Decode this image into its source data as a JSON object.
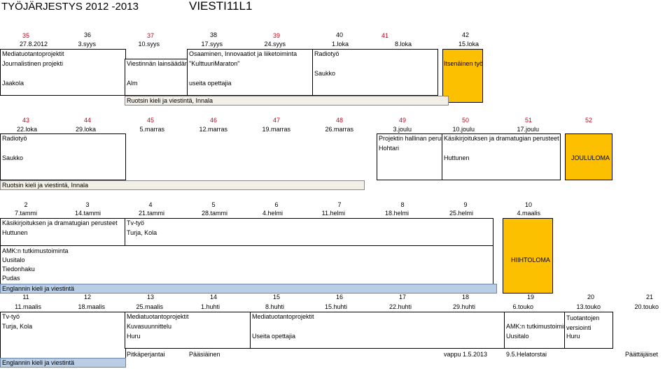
{
  "header": {
    "title": "TYÖJÄRJESTYS  2012 -2013",
    "course": "VIESTI11L1"
  },
  "rows": [
    {
      "weeks": [
        "35",
        "36",
        "37",
        "38",
        "39",
        "40",
        "41",
        "42"
      ],
      "week_colors": [
        "red",
        "black",
        "red",
        "black",
        "red",
        "black",
        "red",
        "black"
      ],
      "dates": [
        "27.8.2012",
        "3.syys",
        "10.syys",
        "17.syys",
        "24.syys",
        "1.loka",
        "8.loka",
        "15.loka"
      ],
      "texts": {
        "a": "Mediatuotantoprojektit",
        "b": "Journalistinen projekti",
        "c": "Jaakola",
        "d": "Viestinnän lainsäädäntö",
        "e": "Alm",
        "f": "Osaaminen, Innovaatiot ja liiketoiminta",
        "g": "\"KulttuuriMaraton\"",
        "h": "useita opettajia",
        "i": "Radiotyö",
        "j": "Saukko",
        "k": "Itsenäinen työ",
        "band": "Ruotsin kieli ja viestintä, Innala"
      }
    },
    {
      "weeks": [
        "43",
        "44",
        "45",
        "46",
        "47",
        "48",
        "49",
        "50",
        "51",
        "52"
      ],
      "dates": [
        "22.loka",
        "29.loka",
        "5.marras",
        "12.marras",
        "19.marras",
        "26.marras",
        "3.joulu",
        "10.joulu",
        "17.joulu"
      ],
      "texts": {
        "a": "Radiotyö",
        "b": "Saukko",
        "c": "Projektin hallinan perusteet",
        "d": "Hohtari",
        "e": "Käsikirjoituksen ja dramatugian perusteet",
        "f": "Huttunen",
        "g": "JOULULOMA",
        "band": "Ruotsin kieli ja viestintä, Innala"
      }
    },
    {
      "weeks": [
        "2",
        "3",
        "4",
        "5",
        "6",
        "7",
        "8",
        "9",
        "10"
      ],
      "dates": [
        "7.tammi",
        "14.tammi",
        "21.tammi",
        "28.tammi",
        "4.helmi",
        "11.helmi",
        "18.helmi",
        "25.helmi",
        "4.maalis"
      ],
      "texts": {
        "a": "Käsikirjoituksen ja dramatugian perusteet",
        "b": "Huttunen",
        "c": "Tv-työ",
        "d": "Turja, Kola",
        "e": "AMK:n tutkimustoiminta",
        "f": "Uusitalo",
        "g": "Tiedonhaku",
        "h": "Pudas",
        "i": "HIIHTOLOMA",
        "band": "Englannin kieli ja viestintä"
      }
    },
    {
      "weeks": [
        "11",
        "12",
        "13",
        "14",
        "15",
        "16",
        "17",
        "18",
        "19",
        "20",
        "21"
      ],
      "dates": [
        "11.maalis",
        "18.maalis",
        "25.maalis",
        "1.huhti",
        "8.huhti",
        "15.huhti",
        "22.huhti",
        "29.huhti",
        "6.touko",
        "13.touko",
        "20.touko"
      ],
      "texts": {
        "a": "Tv-työ",
        "b": "Turja, Kola",
        "c": "Mediatuotantoprojektit",
        "d": "Kuvasuunnittelu",
        "e": "Huru",
        "f": "Mediatuotantoprojektit",
        "g": "Useita opettajia",
        "h": "AMK:n tutkimustoiminta",
        "i": "Uusitalo",
        "j": "Tuotantojen versiointi",
        "k": "Huru",
        "l": "Pitkäperjantai",
        "m": "Pääsiäinen",
        "n": "vappu 1.5.2013",
        "o": "9.5.Helatorstai",
        "p": "Päättäjäiset",
        "band": "Englannin kieli ja viestintä"
      }
    }
  ]
}
